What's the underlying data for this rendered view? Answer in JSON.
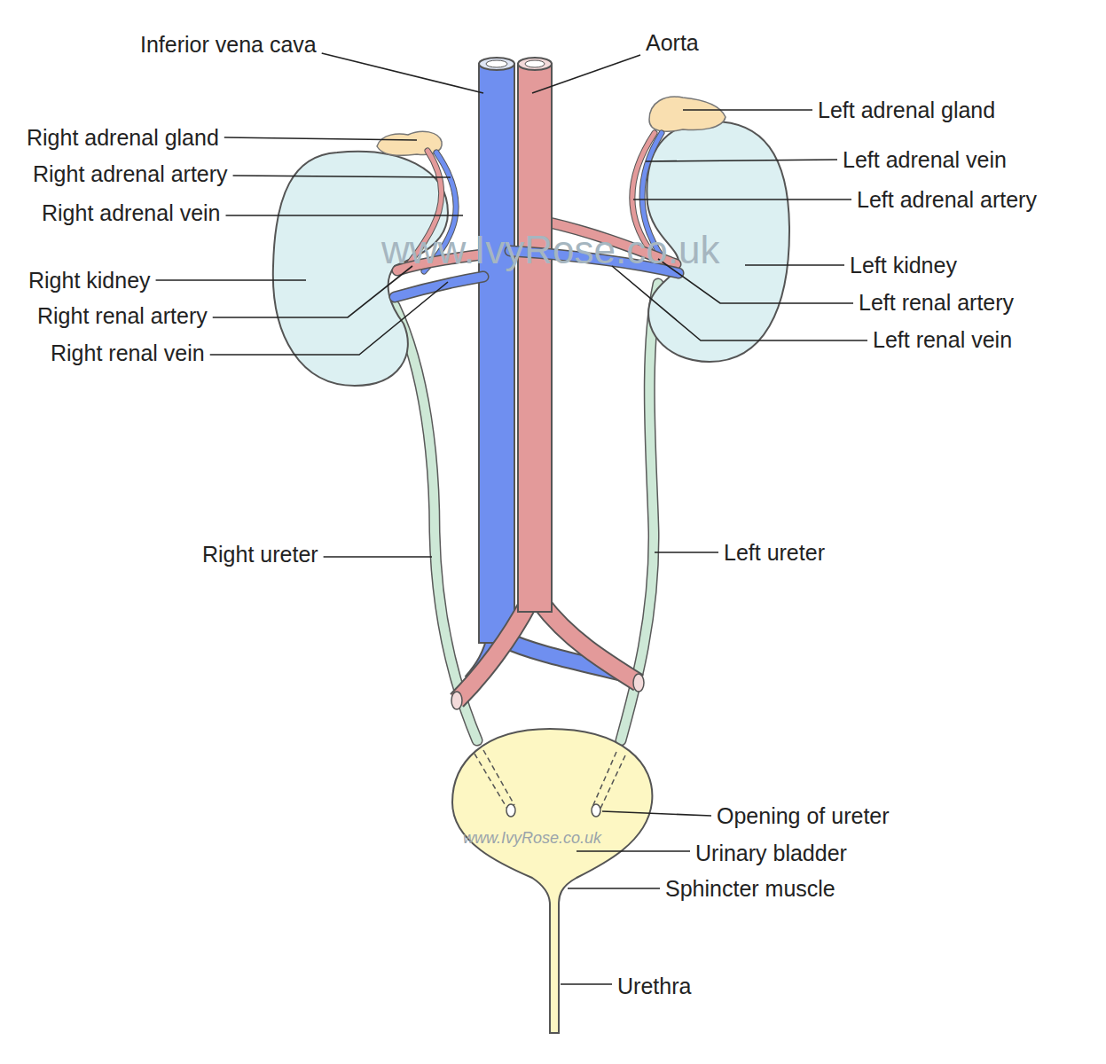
{
  "diagram": {
    "labels": [
      "Inferior vena cava",
      "Aorta",
      "Right adrenal gland",
      "Left adrenal gland",
      "Right adrenal artery",
      "Left adrenal vein",
      "Right adrenal vein",
      "Left adrenal artery",
      "Right kidney",
      "Left kidney",
      "Right renal artery",
      "Left renal artery",
      "Right renal vein",
      "Left renal vein",
      "Right ureter",
      "Left ureter",
      "Opening of ureter",
      "Urinary bladder",
      "Sphincter muscle",
      "Urethra",
      "www.IvyRose.co.uk",
      "www.IvyRose.co.uk"
    ]
  }
}
